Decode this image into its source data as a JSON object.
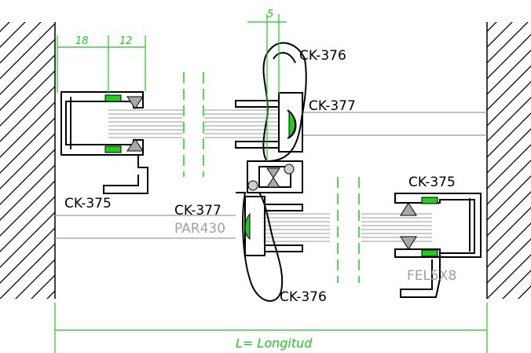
{
  "colors": {
    "outline": "#000000",
    "dimension": "#1ec81e",
    "glass_line": "#9a9a9a",
    "gasket": "#22cc22",
    "insert": "#a8a8a8"
  },
  "labels": {
    "ck376_top": "CK-376",
    "ck377_top": "CK-377",
    "ck375_left": "CK-375",
    "ck375_right": "CK-375",
    "ck377_mid": "CK-377",
    "par430": "PAR430",
    "fel5x8": "FEL5X8",
    "ck376_bottom": "CK-376"
  },
  "dimensions": {
    "dim_18": "18",
    "dim_12": "12",
    "dim_5": "5",
    "total_length": "L= Longitud"
  }
}
